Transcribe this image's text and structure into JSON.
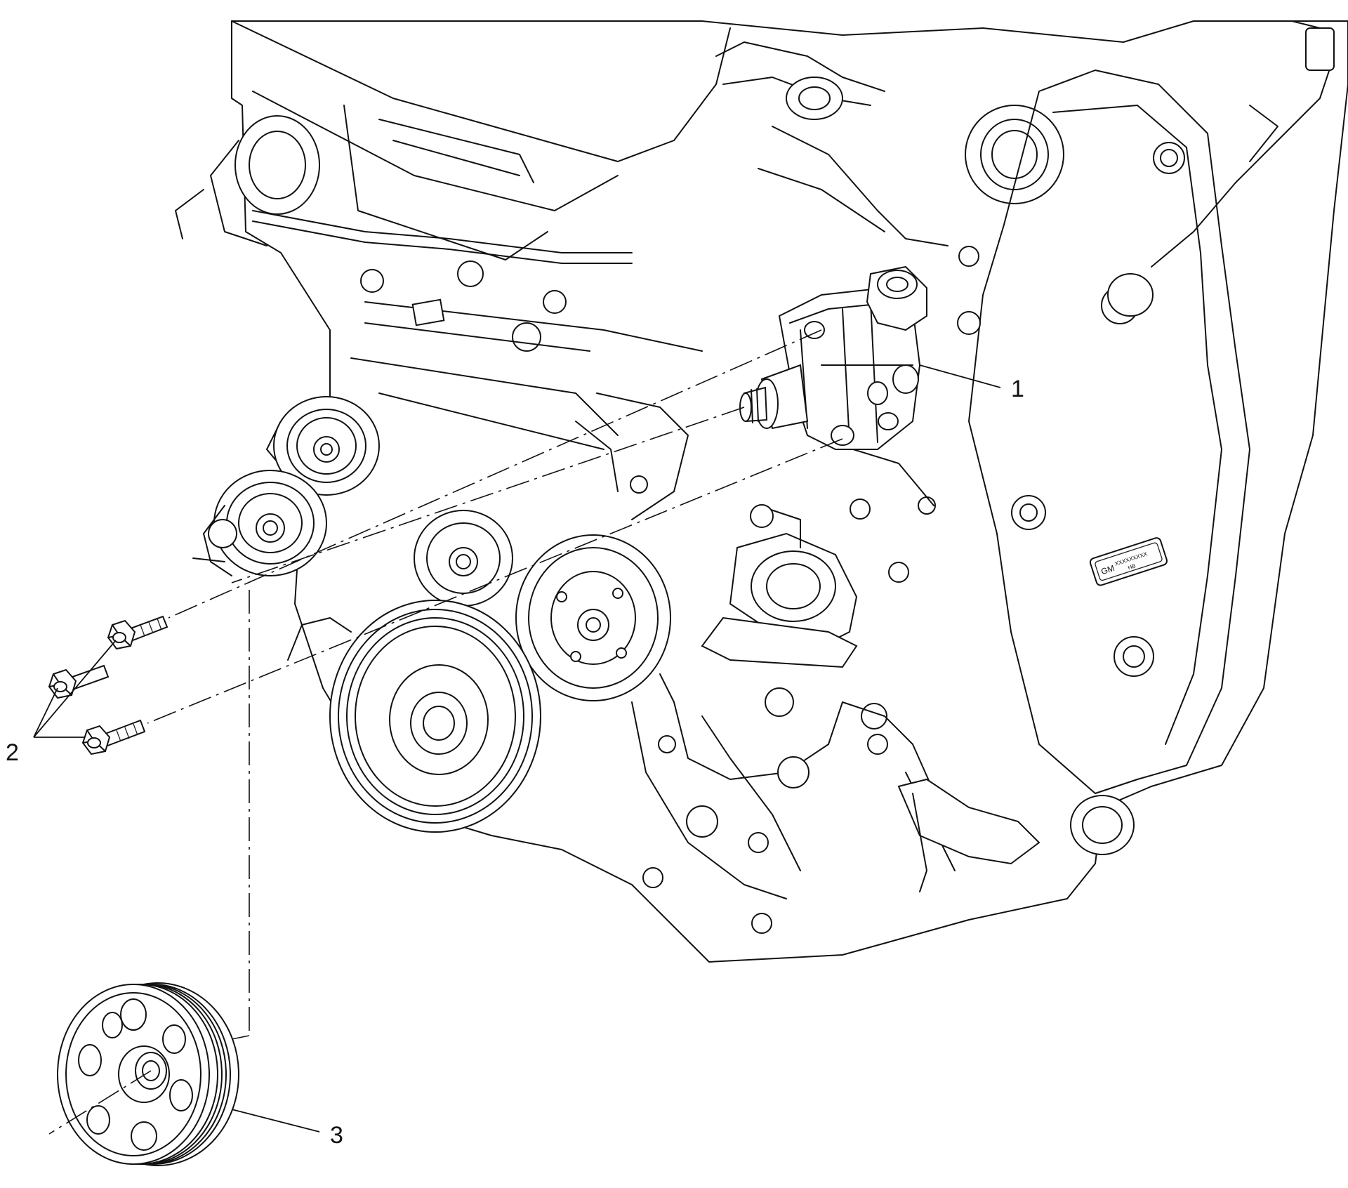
{
  "callouts": [
    {
      "id": "1",
      "text": "1"
    },
    {
      "id": "2",
      "text": "2"
    },
    {
      "id": "3",
      "text": "3"
    }
  ],
  "plate_label": {
    "line1": "GM",
    "line2": "XXXXXXXXX",
    "line3": "HB"
  },
  "colors": {
    "ink": "#111111",
    "paper": "#ffffff"
  }
}
